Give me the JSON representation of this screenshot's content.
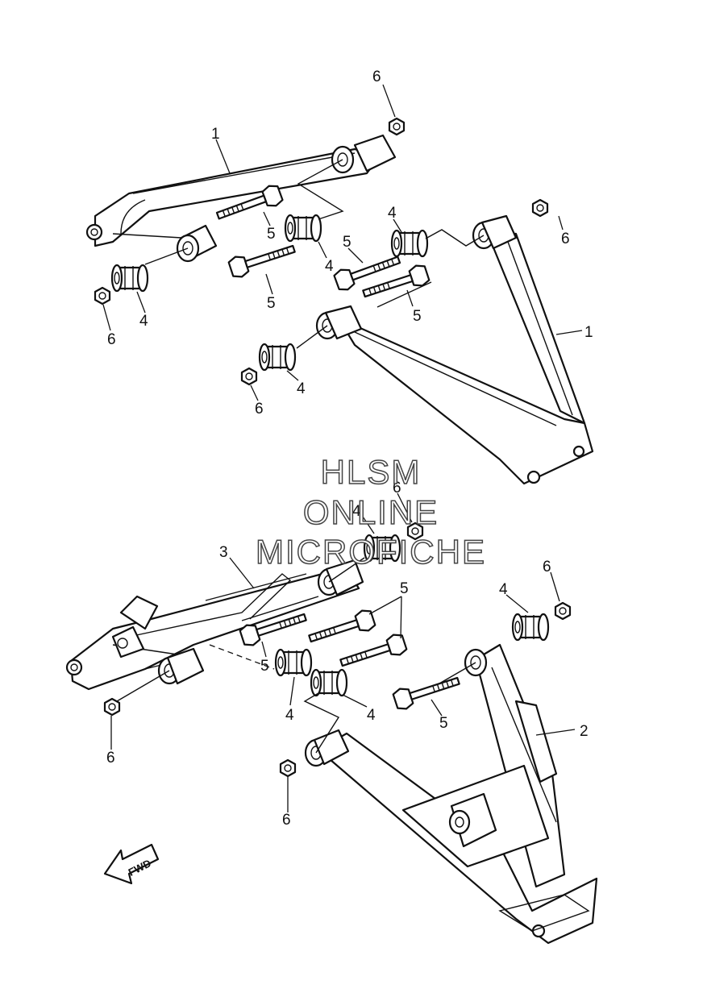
{
  "callouts": {
    "c1a": "1",
    "c1b": "1",
    "c2": "2",
    "c3": "3",
    "c4a": "4",
    "c4b": "4",
    "c4c": "4",
    "c4d": "4",
    "c4e": "4",
    "c4f": "4",
    "c4g": "4",
    "c4h": "4",
    "c5a": "5",
    "c5b": "5",
    "c5c": "5",
    "c5d": "5",
    "c5e": "5",
    "c5f": "5",
    "c5g": "5",
    "c6a": "6",
    "c6b": "6",
    "c6c": "6",
    "c6d": "6",
    "c6e": "6",
    "c6f": "6",
    "c6g": "6",
    "c6h": "6"
  },
  "watermark": {
    "line1": "HLSM",
    "line2": "ONLINE",
    "line3": "MICROFICHE"
  },
  "direction": {
    "label": "FWD"
  }
}
